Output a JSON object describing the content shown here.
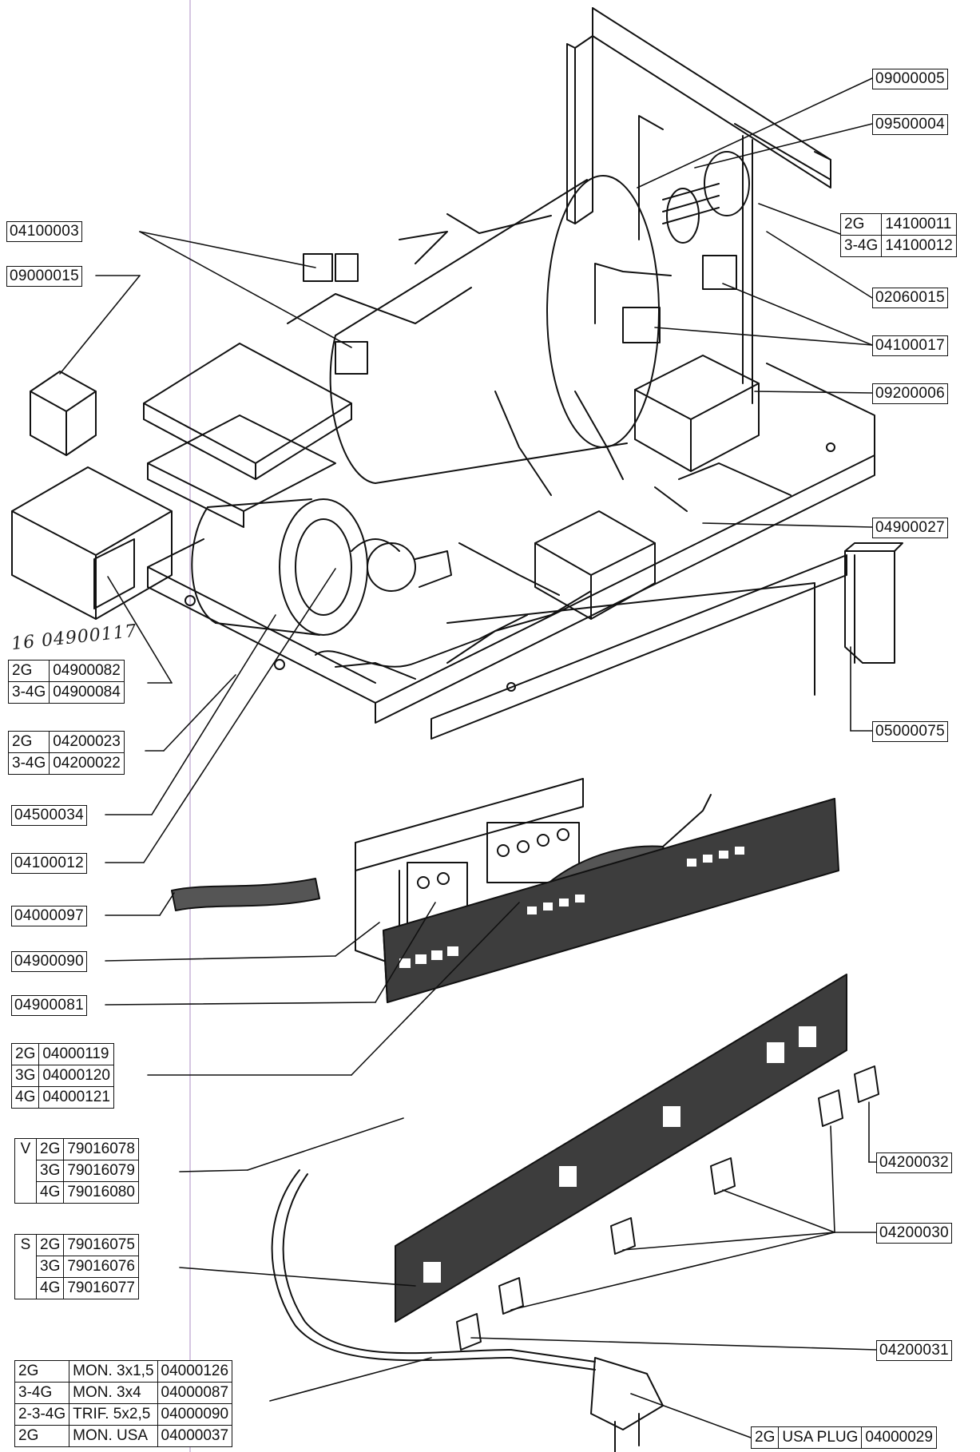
{
  "labels": {
    "p09000005": "09000005",
    "p09500004": "09500004",
    "p04100003": "04100003",
    "p09000015": "09000015",
    "p02060015": "02060015",
    "p04100017": "04100017",
    "p09200006": "09200006",
    "p04900027": "04900027",
    "p05000075": "05000075",
    "p04500034": "04500034",
    "p04100012": "04100012",
    "p04000097": "04000097",
    "p04900090": "04900090",
    "p04900081": "04900081",
    "p04200032": "04200032",
    "p04200030": "04200030",
    "p04200031": "04200031"
  },
  "handwritten_note": "16 04900117",
  "tables": {
    "element_group": {
      "rows": [
        {
          "version": "2G",
          "code": "14100011"
        },
        {
          "version": "3-4G",
          "code": "14100012"
        }
      ]
    },
    "pump": {
      "rows": [
        {
          "version": "2G",
          "code": "04900082"
        },
        {
          "version": "3-4G",
          "code": "04900084"
        }
      ]
    },
    "motor": {
      "rows": [
        {
          "version": "2G",
          "code": "04200023"
        },
        {
          "version": "3-4G",
          "code": "04200022"
        }
      ]
    },
    "harness": {
      "rows": [
        {
          "version": "2G",
          "code": "04000119"
        },
        {
          "version": "3G",
          "code": "04000120"
        },
        {
          "version": "4G",
          "code": "04000121"
        }
      ]
    },
    "panel_v": {
      "key": "V",
      "rows": [
        {
          "version": "2G",
          "code": "79016078"
        },
        {
          "version": "3G",
          "code": "79016079"
        },
        {
          "version": "4G",
          "code": "79016080"
        }
      ]
    },
    "panel_s": {
      "key": "S",
      "rows": [
        {
          "version": "2G",
          "code": "79016075"
        },
        {
          "version": "3G",
          "code": "79016076"
        },
        {
          "version": "4G",
          "code": "79016077"
        }
      ]
    },
    "cable": {
      "rows": [
        {
          "version": "2G",
          "type": "MON. 3x1,5",
          "code": "04000126"
        },
        {
          "version": "3-4G",
          "type": "MON. 3x4",
          "code": "04000087"
        },
        {
          "version": "2-3-4G",
          "type": "TRIF. 5x2,5",
          "code": "04000090"
        },
        {
          "version": "2G",
          "type": "MON. USA",
          "code": "04000037"
        }
      ]
    },
    "plug": {
      "version": "2G",
      "name": "USA PLUG",
      "code": "04000029"
    }
  }
}
